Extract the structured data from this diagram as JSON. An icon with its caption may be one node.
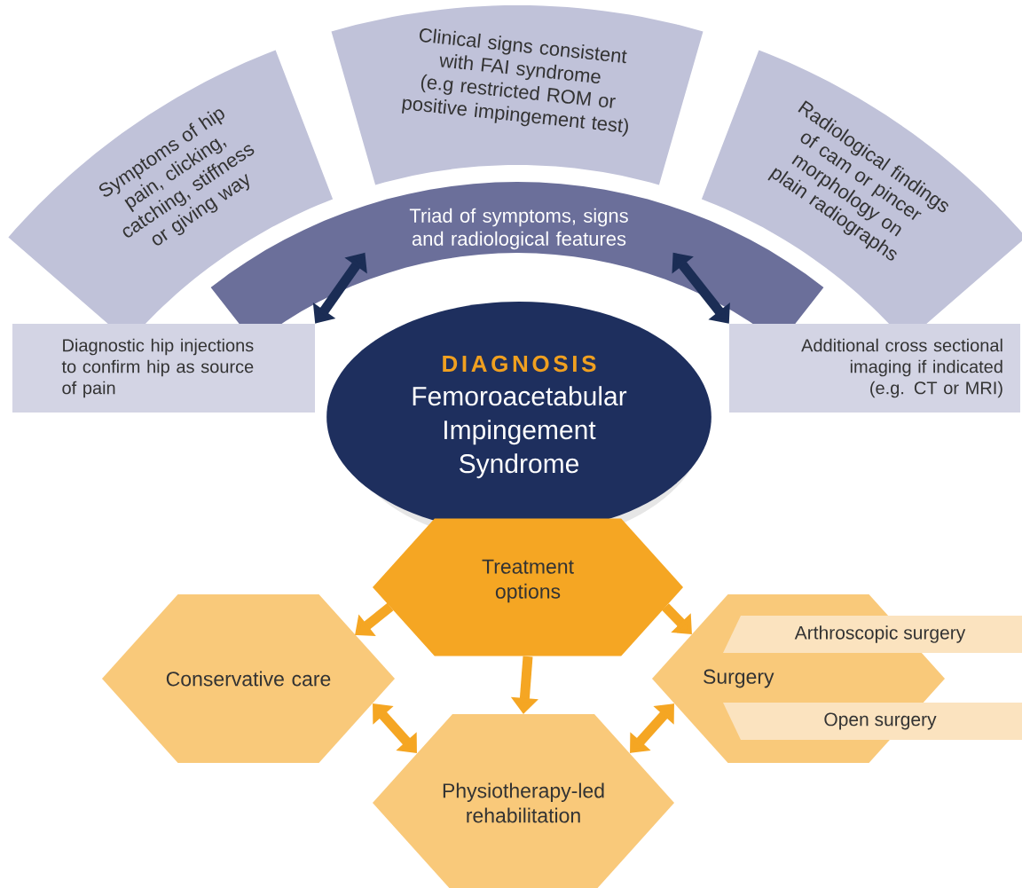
{
  "diagram": {
    "nodes": [
      {
        "text": [
          "Symptoms of hip pain, clicking, catching, stiffness or giving way"
        ]
      },
      {
        "text": [
          "Clinical signs consistent with FAI syndrome (e.g restricted ROM or positive impingement test)"
        ]
      },
      {
        "text": [
          "Radiological findings of cam or pincer morphology on plain radiographs"
        ]
      },
      {
        "text": [
          "Triad of symptoms, signs and radiological features"
        ]
      },
      {
        "text": [
          "Diagnostic hip injections to confirm hip as source of pain"
        ]
      },
      {
        "text": [
          "Additional cross sectional imaging if indicated (e.g. CT or MRI)"
        ]
      },
      {
        "text": [
          "DIAGNOSIS",
          "Femoroacetabular Impingement Syndrome"
        ]
      },
      {
        "text": [
          "Treatment options"
        ]
      },
      {
        "text": [
          "Conservative care"
        ]
      },
      {
        "text": [
          "Surgery"
        ]
      },
      {
        "text": [
          "Arthroscopic surgery"
        ]
      },
      {
        "text": [
          "Open surgery"
        ]
      },
      {
        "text": [
          "Physiotherapy-led rehabilitation"
        ]
      }
    ],
    "edges": [
      {
        "from": 3,
        "to": 4,
        "arrow": "both",
        "color": "#1b2d55"
      },
      {
        "from": 3,
        "to": 5,
        "arrow": "both",
        "color": "#1b2d55"
      },
      {
        "from": 7,
        "to": 8,
        "arrow": "to"
      },
      {
        "from": 7,
        "to": 9,
        "arrow": "to"
      },
      {
        "from": 7,
        "to": 12,
        "arrow": "to"
      },
      {
        "from": 8,
        "to": 12,
        "arrow": "both"
      },
      {
        "from": 9,
        "to": 12,
        "arrow": "both"
      }
    ]
  }
}
